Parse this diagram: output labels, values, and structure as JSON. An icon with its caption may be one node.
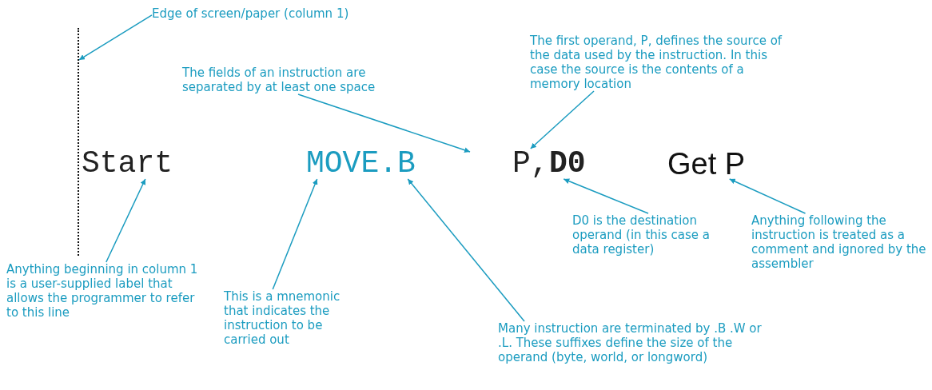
{
  "diagram": {
    "nodes": [
      {
        "text": [
          "Edge of screen/paper (column 1)"
        ]
      },
      {
        "text": [],
        "shape": "line"
      },
      {
        "text": [
          "The first operand, P, defines the source of the data used by the instruction. In this case the source is the contents of a memory location"
        ]
      },
      {
        "text": [
          "The fields of an instruction are separated by at least one space"
        ]
      },
      {
        "text": [
          "Start"
        ]
      },
      {
        "text": [
          "MOVE.B"
        ]
      },
      {
        "text": [
          "P,"
        ]
      },
      {
        "text": [
          "D0"
        ]
      },
      {
        "text": [
          "Get P"
        ]
      },
      {
        "text": [
          "D0 is the destination operand (in this case a data register)"
        ]
      },
      {
        "text": [
          "Anything following the instruction is treated as a comment and ignored by the assembler"
        ]
      },
      {
        "text": [
          "Anything beginning in column 1 is a user-supplied label that allows the programmer to refer to this line"
        ]
      },
      {
        "text": [
          "This is a mnemonic that indicates the instruction to be carried out"
        ]
      },
      {
        "text": [
          "Many instruction are terminated by .B .W or .L. These suffixes define the size of the operand (byte, world, or longword)"
        ]
      }
    ],
    "edges": [
      {
        "from": 0,
        "to": 1,
        "arrow": "to"
      },
      {
        "from": 3,
        "to": null,
        "arrow": "to"
      },
      {
        "from": 2,
        "to": 6,
        "arrow": "to"
      },
      {
        "from": 11,
        "to": 4,
        "arrow": "to"
      },
      {
        "from": 12,
        "to": 5,
        "arrow": "to"
      },
      {
        "from": 13,
        "to": 5,
        "arrow": "to"
      },
      {
        "from": 9,
        "to": 7,
        "arrow": "to"
      },
      {
        "from": 10,
        "to": 8,
        "arrow": "to"
      }
    ]
  }
}
